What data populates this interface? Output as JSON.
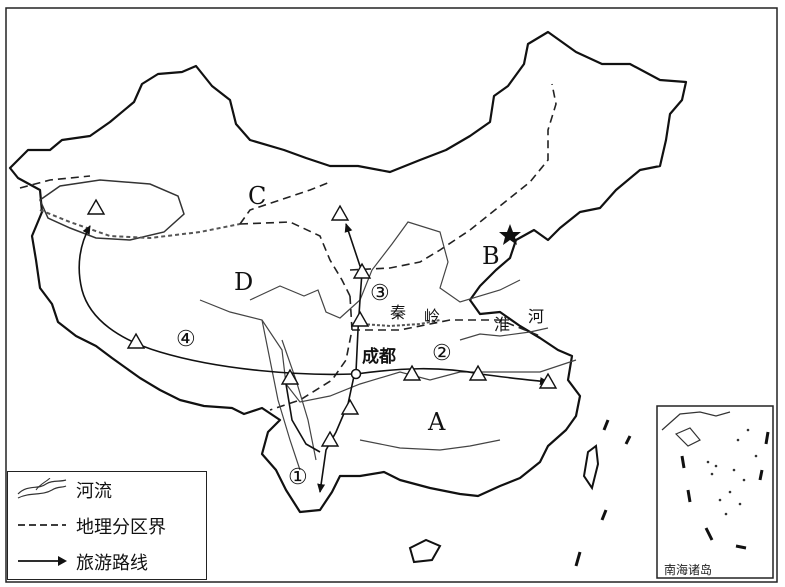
{
  "regions": {
    "A": "A",
    "B": "B",
    "C": "C",
    "D": "D"
  },
  "routes": {
    "r1": "①",
    "r2": "②",
    "r3": "③",
    "r4": "④"
  },
  "places": {
    "chengdu": "成都",
    "qinling": "秦",
    "qinling2": "岭",
    "huai": "淮",
    "he": "河"
  },
  "legend": {
    "river": "河流",
    "boundary": "地理分区界",
    "route": "旅游路线"
  },
  "inset": {
    "label": "南海诸岛"
  },
  "icons": {
    "capital": "star-icon",
    "scenic_spot": "triangle-icon"
  }
}
